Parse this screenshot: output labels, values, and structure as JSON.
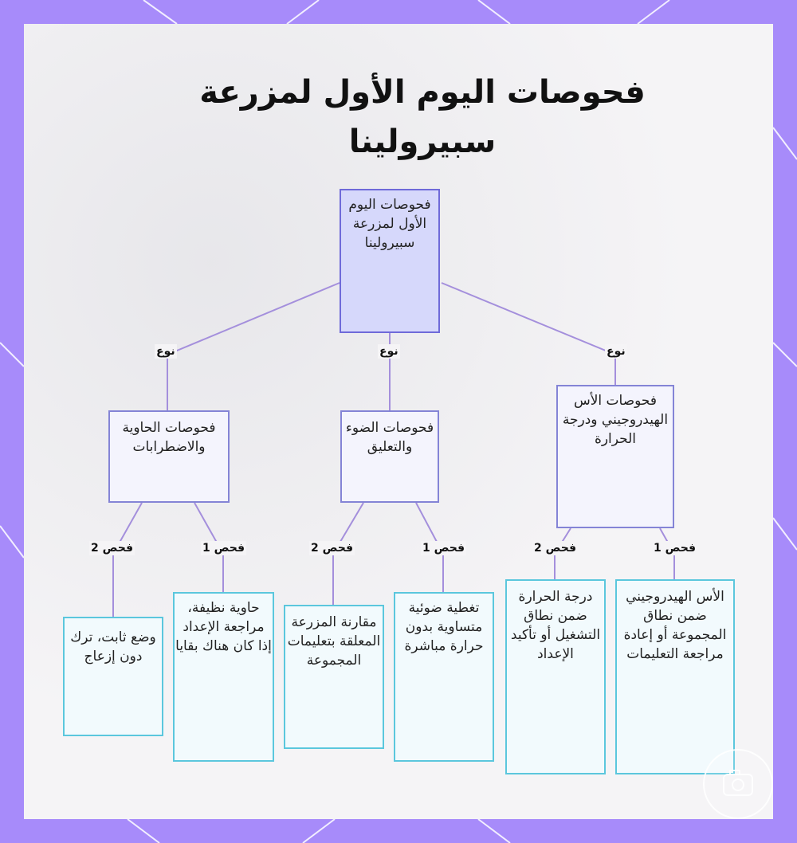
{
  "title": "فحوصات اليوم الأول لمزرعة سبيرولينا",
  "nodes": {
    "root": "فحوصات اليوم الأول لمزرعة سبيرولينا",
    "container": "فحوصات الحاوية والاضطرابات",
    "light": "فحوصات الضوء والتعليق",
    "ph_temp": "فحوصات الأس الهيدروجيني ودرجة الحرارة",
    "container_check2": "وضع ثابت، ترك دون إزعاج",
    "container_check1": "حاوية نظيفة، مراجعة الإعداد إذا كان هناك بقايا",
    "light_check2": "مقارنة المزرعة المعلقة بتعليمات المجموعة",
    "light_check1": "تغطية ضوئية متساوية بدون حرارة مباشرة",
    "ph_temp_check2": "درجة الحرارة ضمن نطاق التشغيل أو تأكيد الإعداد",
    "ph_temp_check1": "الأس الهيدروجيني ضمن نطاق المجموعة أو إعادة مراجعة التعليمات"
  },
  "edge_labels": {
    "type": "نوع",
    "check1": "فحص 1",
    "check2": "فحص 2"
  },
  "colors": {
    "frame": "#a78bfa",
    "edge": "#a48fdc",
    "root_fill": "#d6d8fb",
    "root_border": "#6f6ad9",
    "leaf_border": "#5bc7dd"
  },
  "icons": {
    "watermark": "camera-icon"
  }
}
